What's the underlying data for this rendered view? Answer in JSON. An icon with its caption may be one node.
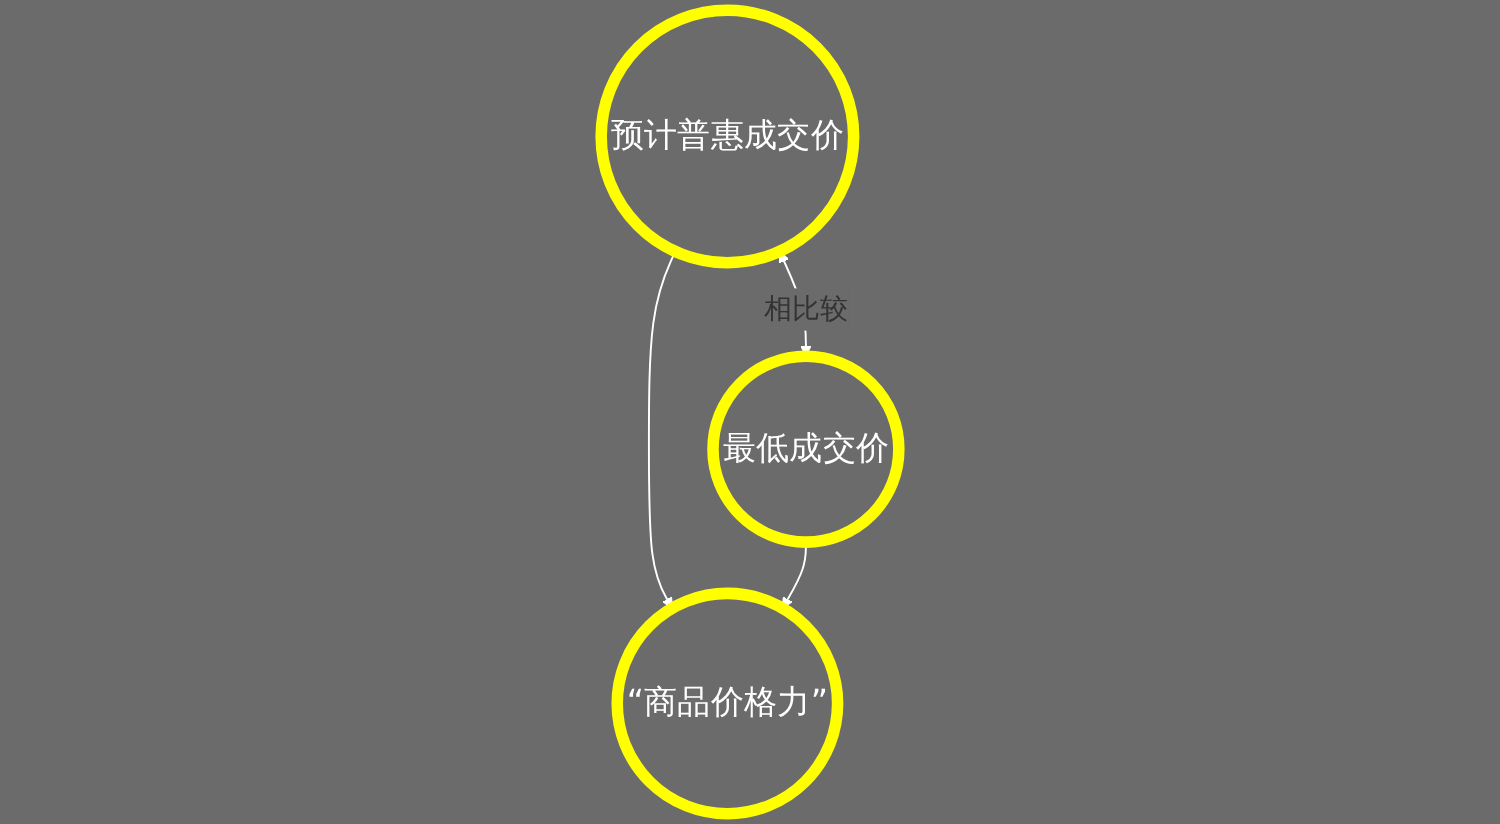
{
  "diagram": {
    "nodes": [
      {
        "text": [
          "预计普惠成交价"
        ]
      },
      {
        "text": [
          "最低成交价"
        ]
      },
      {
        "text": [
          "“商品价格力”"
        ]
      }
    ],
    "edges": [
      {
        "from": 0,
        "to": 1,
        "label": "相比较",
        "arrow": "both"
      },
      {
        "from": 0,
        "to": 2,
        "arrow": "to"
      },
      {
        "from": 1,
        "to": 2,
        "arrow": "to"
      }
    ]
  }
}
